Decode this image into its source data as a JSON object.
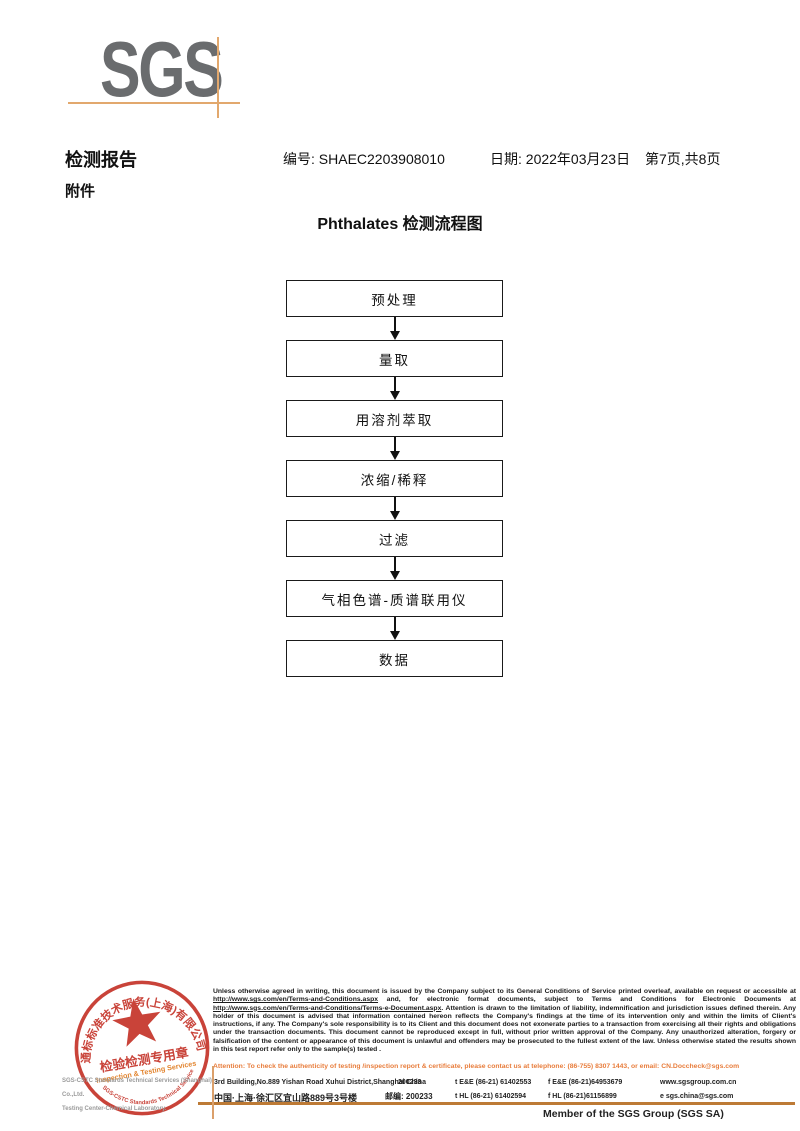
{
  "logo": {
    "text": "SGS"
  },
  "header": {
    "report_title": "检测报告",
    "report_no": "编号: SHAEC2203908010",
    "date": "日期: 2022年03月23日",
    "page": "第7页,共8页",
    "attachment": "附件"
  },
  "flowchart": {
    "title": "Phthalates 检测流程图",
    "steps": [
      "预处理",
      "量取",
      "用溶剂萃取",
      "浓缩/稀释",
      "过滤",
      "气相色谱-质谱联用仪",
      "数据"
    ]
  },
  "stamp": {
    "ring_text_top": "通标标准技术服务(上海)有限公司",
    "ring_text_bottom": "SGS-CSTC Standards Technical Services Co.,Ltd.",
    "center_line1": "检验检测专用章",
    "center_line2": "Inspection & Testing Services",
    "red": "#c5352b",
    "orange": "#e07b1f"
  },
  "company": {
    "line1": "SGS-CSTC Standards Technical Services (Shanghai) Co.,Ltd.",
    "line2": "Testing Center-Chemical Laboratory."
  },
  "footer": {
    "disclaimer": {
      "s1": "Unless otherwise agreed in writing, this document is issued by the Company subject to its General Conditions of Service printed overleaf, available on request or accessible at ",
      "url1": "http://www.sgs.com/en/Terms-and-Conditions.aspx",
      "s2": " and, for electronic format documents, subject to Terms and Conditions for Electronic Documents at ",
      "url2": "http://www.sgs.com/en/Terms-and-Conditions/Terms-e-Document.aspx",
      "s3": ". Attention is drawn to the limitation of liability, indemnification and jurisdiction issues defined therein. Any holder of this document is advised that information contained hereon reflects the Company's findings at the time of its intervention only and within the limits of Client's instructions, if any. The Company's sole responsibility is to its Client and this document does not exonerate parties to a transaction from exercising all their rights and obligations under the transaction documents. This document cannot be reproduced except in full, without prior written approval of the Company. Any unauthorized alteration, forgery or falsification of the content or appearance of this document is unlawful and offenders may be prosecuted to the fullest extent of the law. Unless otherwise stated the results shown in this test report refer only to the sample(s) tested ."
    },
    "attention": "Attention: To check the authenticity of testing /inspection report & certificate, please contact us at telephone: (86-755) 8307 1443, or email: CN.Doccheck@sgs.com",
    "address": {
      "en_line": "3rd Building,No.889 Yishan Road Xuhui District,Shanghai China",
      "en_zip": "200233",
      "cn_line": "中国·上海·徐汇区宜山路889号3号楼",
      "cn_zip": "邮编: 200233",
      "tel1": "t E&E (86-21) 61402553",
      "fax1": "f E&E (86-21)64953679",
      "web": "www.sgsgroup.com.cn",
      "tel2": "t HL (86-21) 61402594",
      "fax2": "f HL (86-21)61156899",
      "email": "e  sgs.china@sgs.com"
    },
    "member": "Member of the SGS Group (SGS SA)"
  }
}
